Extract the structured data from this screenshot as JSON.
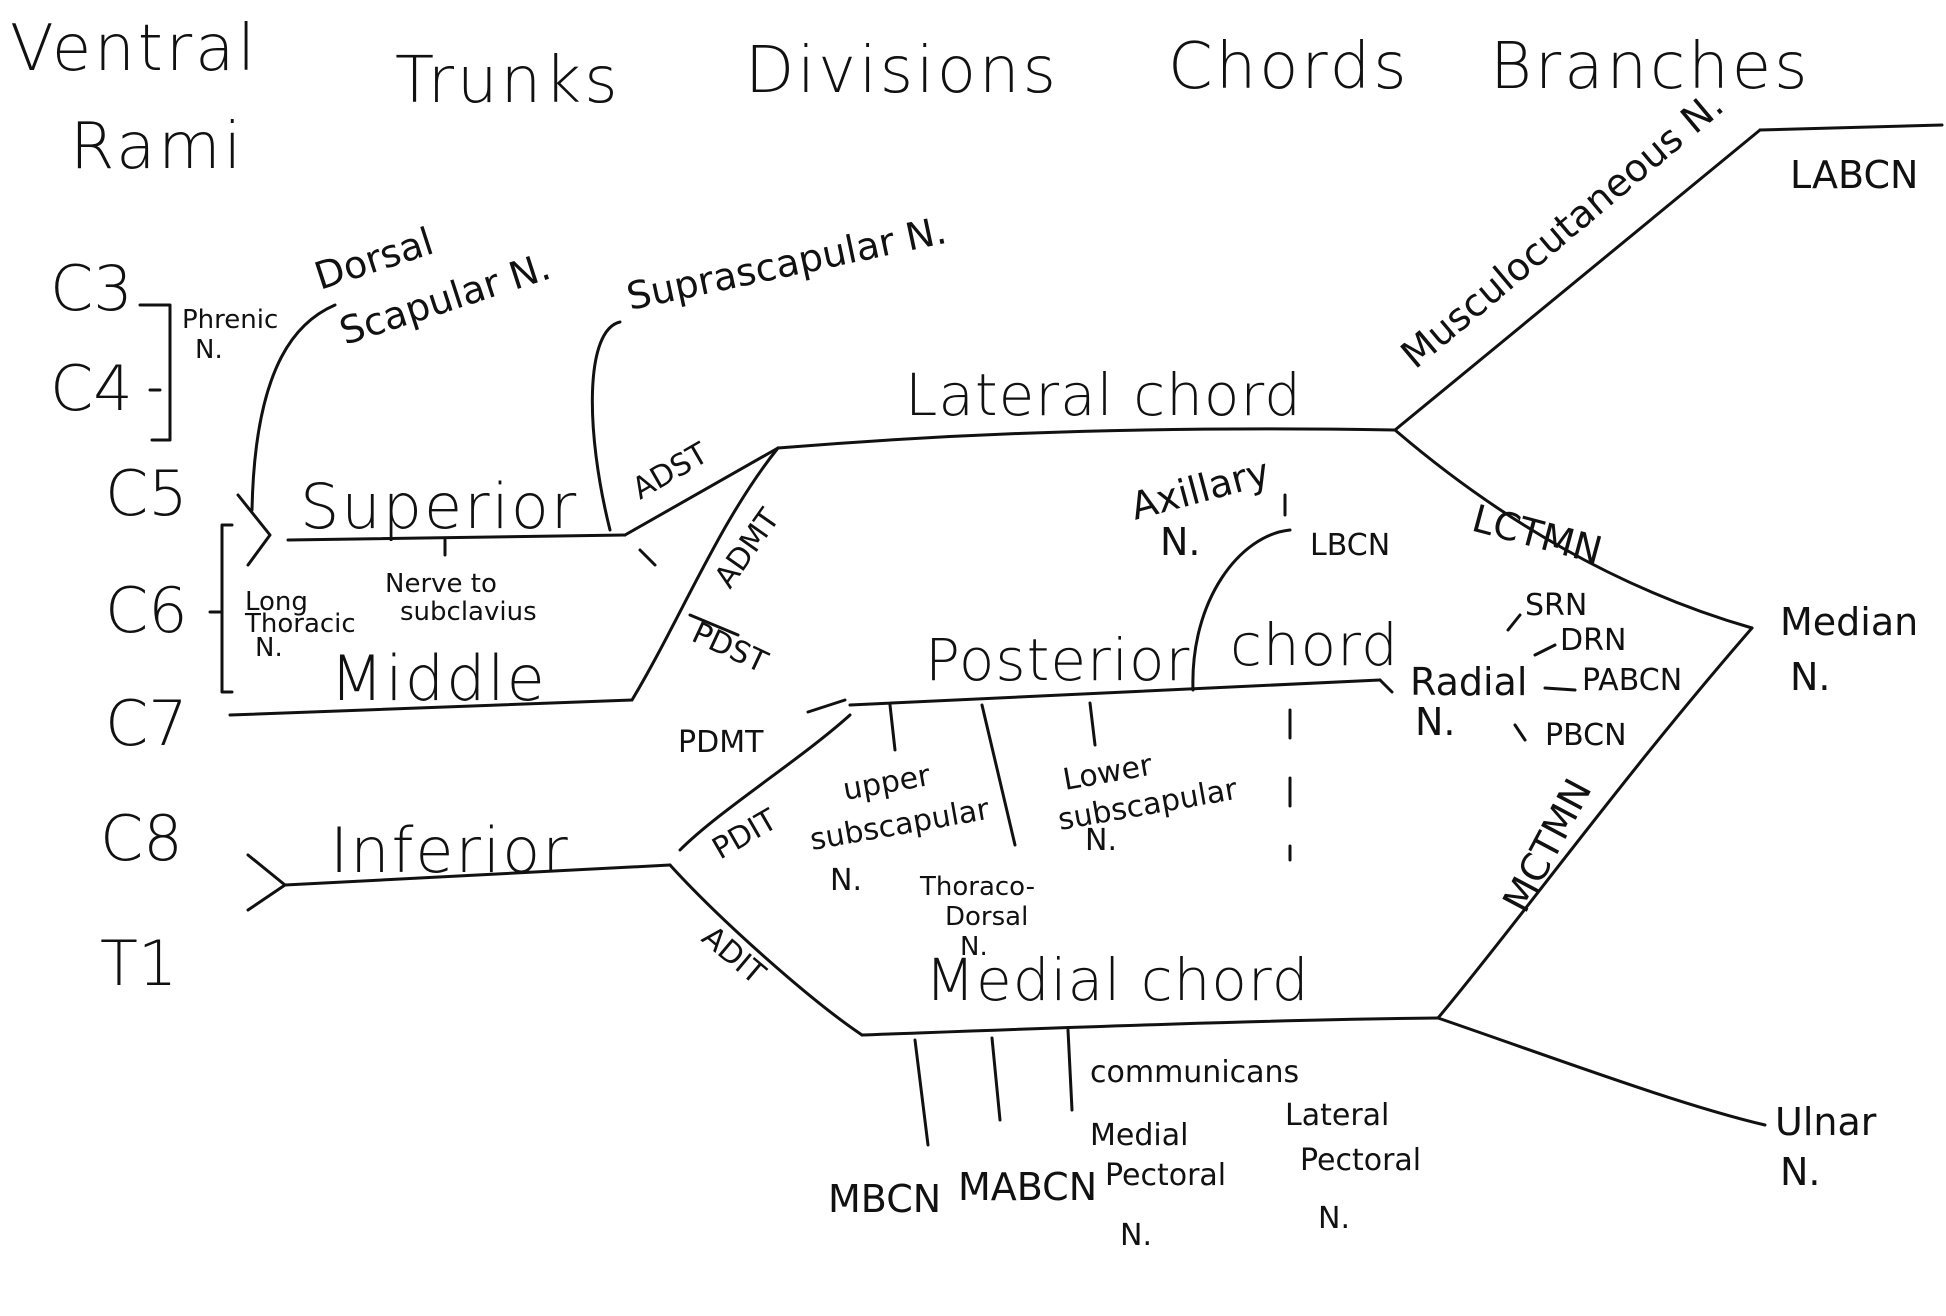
{
  "headers": {
    "ventral_line1": "Ventral",
    "ventral_line2": "Rami",
    "trunks": "Trunks",
    "divisions": "Divisions",
    "chords": "Chords",
    "branches": "Branches"
  },
  "rami": [
    "C3",
    "C4",
    "C5",
    "C6",
    "C7",
    "C8",
    "T1"
  ],
  "trunks": {
    "superior": "Superior",
    "middle": "Middle",
    "inferior": "Inferior"
  },
  "cords": {
    "lateral": "Lateral chord",
    "posterior_a": "Posterior",
    "posterior_b": "chord",
    "medial": "Medial chord"
  },
  "divisions": {
    "adst": "ADST",
    "admt": "ADMT",
    "pdst": "PDST",
    "pdmt": "PDMT",
    "pdit": "PDIT",
    "adit": "ADIT"
  },
  "nerves": {
    "phrenic_1": "Phrenic",
    "phrenic_2": "N.",
    "dorsal_scapular_1": "Dorsal",
    "dorsal_scapular_2": "Scapular N.",
    "suprascapular": "Suprascapular N.",
    "long_thoracic_1": "Long",
    "long_thoracic_2": "Thoracic",
    "long_thoracic_3": "N.",
    "subclavius_1": "Nerve to",
    "subclavius_2": "subclavius",
    "musculocutaneous": "Musculocutaneous N.",
    "labcn": "LABCN",
    "axillary_1": "Axillary",
    "axillary_2": "N.",
    "lbcn": "LBCN",
    "lctmn": "LCTMN",
    "srn": "SRN",
    "drn": "DRN",
    "pabcn": "PABCN",
    "pbcn": "PBCN",
    "radial_1": "Radial",
    "radial_2": "N.",
    "median_1": "Median",
    "median_2": "N.",
    "upper_subscap_1": "upper",
    "upper_subscap_2": "subscapular",
    "upper_subscap_3": "N.",
    "thoracodorsal_1": "Thoraco-",
    "thoracodorsal_2": "Dorsal",
    "thoracodorsal_3": "N.",
    "lower_subscap_1": "Lower",
    "lower_subscap_2": "subscapular",
    "lower_subscap_3": "N.",
    "mctmn": "MCTMN",
    "communicans": "communicans",
    "mbcn": "MBCN",
    "mabcn": "MABCN",
    "medial_pectoral_1": "Medial",
    "medial_pectoral_2": "Pectoral",
    "medial_pectoral_3": "N.",
    "lateral_pectoral_1": "Lateral",
    "lateral_pectoral_2": "Pectoral",
    "lateral_pectoral_3": "N.",
    "ulnar_1": "Ulnar",
    "ulnar_2": "N."
  }
}
